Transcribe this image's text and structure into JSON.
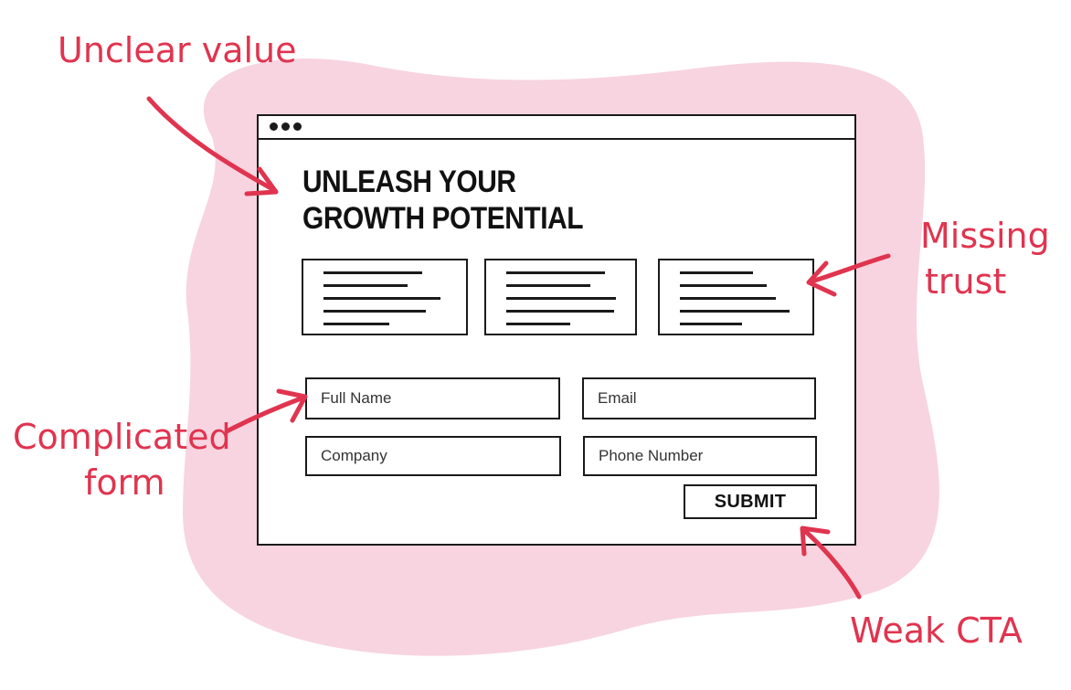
{
  "colors": {
    "annotation": "#e0344f",
    "blob": "#f7d4e0",
    "ink": "#1a1a1a"
  },
  "annotations": {
    "unclear_value": {
      "lines": [
        "Unclear value"
      ]
    },
    "missing_trust": {
      "lines": [
        "Missing",
        "trust"
      ]
    },
    "complicated_form": {
      "lines": [
        "Complicated",
        "form"
      ]
    },
    "weak_cta": {
      "lines": [
        "Weak CTA"
      ]
    }
  },
  "browser": {
    "hero": {
      "lines": [
        "UNLEASH YOUR",
        "GROWTH POTENTIAL"
      ]
    },
    "cards": [
      {
        "icon": "text-lines-placeholder"
      },
      {
        "icon": "text-lines-placeholder"
      },
      {
        "icon": "text-lines-placeholder"
      }
    ],
    "form": {
      "full_name_placeholder": "Full Name",
      "email_placeholder": "Email",
      "company_placeholder": "Company",
      "phone_placeholder": "Phone Number",
      "submit_label": "SUBMIT"
    }
  }
}
